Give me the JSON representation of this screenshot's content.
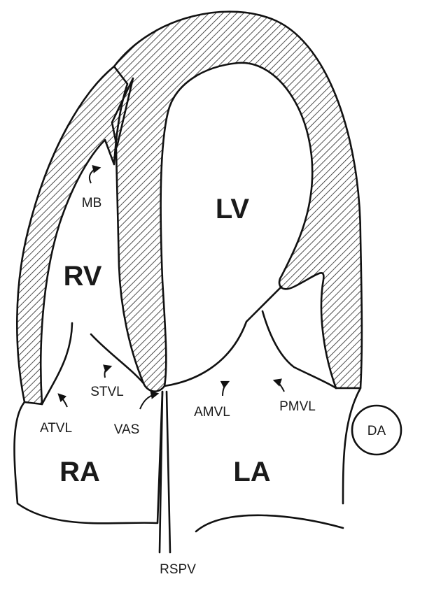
{
  "labels": {
    "lv": "LV",
    "rv": "RV",
    "ra": "RA",
    "la": "LA",
    "mb": "MB",
    "stvl": "STVL",
    "atvl": "ATVL",
    "vas": "VAS",
    "amvl": "AMVL",
    "pmvl": "PMVL",
    "da": "DA",
    "rspv": "RSPV"
  }
}
